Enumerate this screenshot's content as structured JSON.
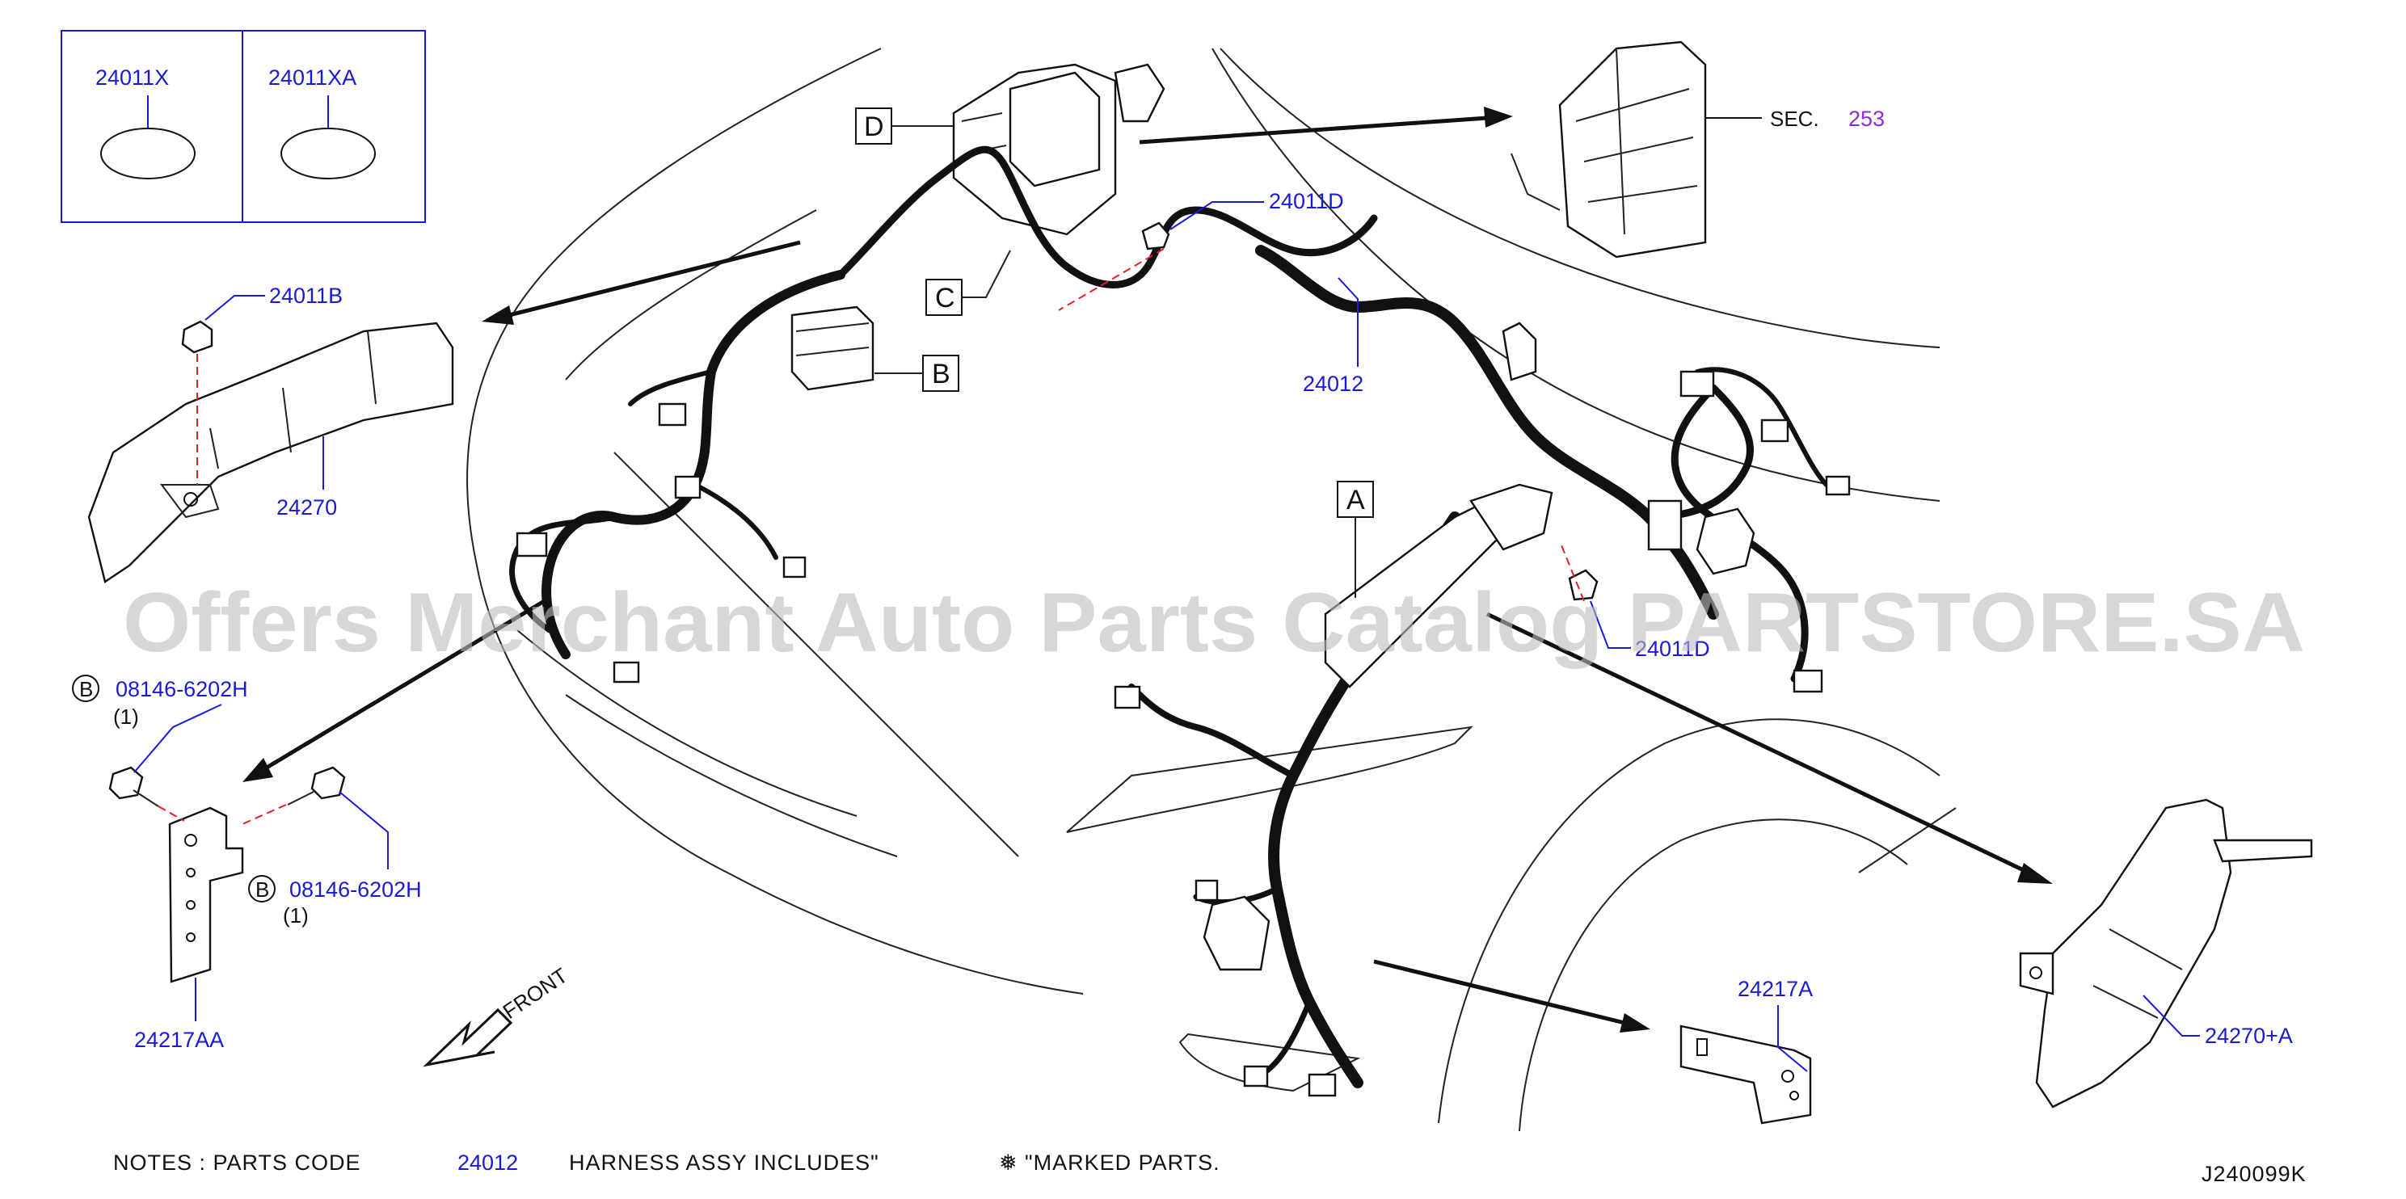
{
  "legend": {
    "variant_left": "24011X",
    "variant_right": "24011XA"
  },
  "callouts": {
    "sec_prefix": "SEC.",
    "sec_number": "253",
    "part_24011d_top": "24011D",
    "part_24011b": "24011B",
    "part_24270": "24270",
    "part_24012": "24012",
    "part_24011d_mid": "24011D",
    "bolt_upper": "08146-6202H",
    "bolt_upper_qty": "(1)",
    "bolt_lower": "08146-6202H",
    "bolt_lower_qty": "(1)",
    "bolt_ref_letter": "B",
    "part_24217aa": "24217AA",
    "part_24217a": "24217A",
    "part_24270a": "24270+A",
    "front": "FRONT"
  },
  "ref_boxes": {
    "a": "A",
    "b": "B",
    "c": "C",
    "d": "D"
  },
  "notes": {
    "prefix": "NOTES : PARTS CODE",
    "code": "24012",
    "suffix": "HARNESS ASSY INCLUDES\"",
    "marked_symbol": "❅",
    "marked": "\"MARKED PARTS.",
    "diagram_id": "J240099K"
  },
  "watermark": "Offers Merchant Auto Parts Catalog PARTSTORE.SA",
  "colors": {
    "label_blue": "#1a1ad6",
    "sec_purple": "#8a2be2",
    "ref_line_red": "#e0202a",
    "ink": "#111111"
  }
}
